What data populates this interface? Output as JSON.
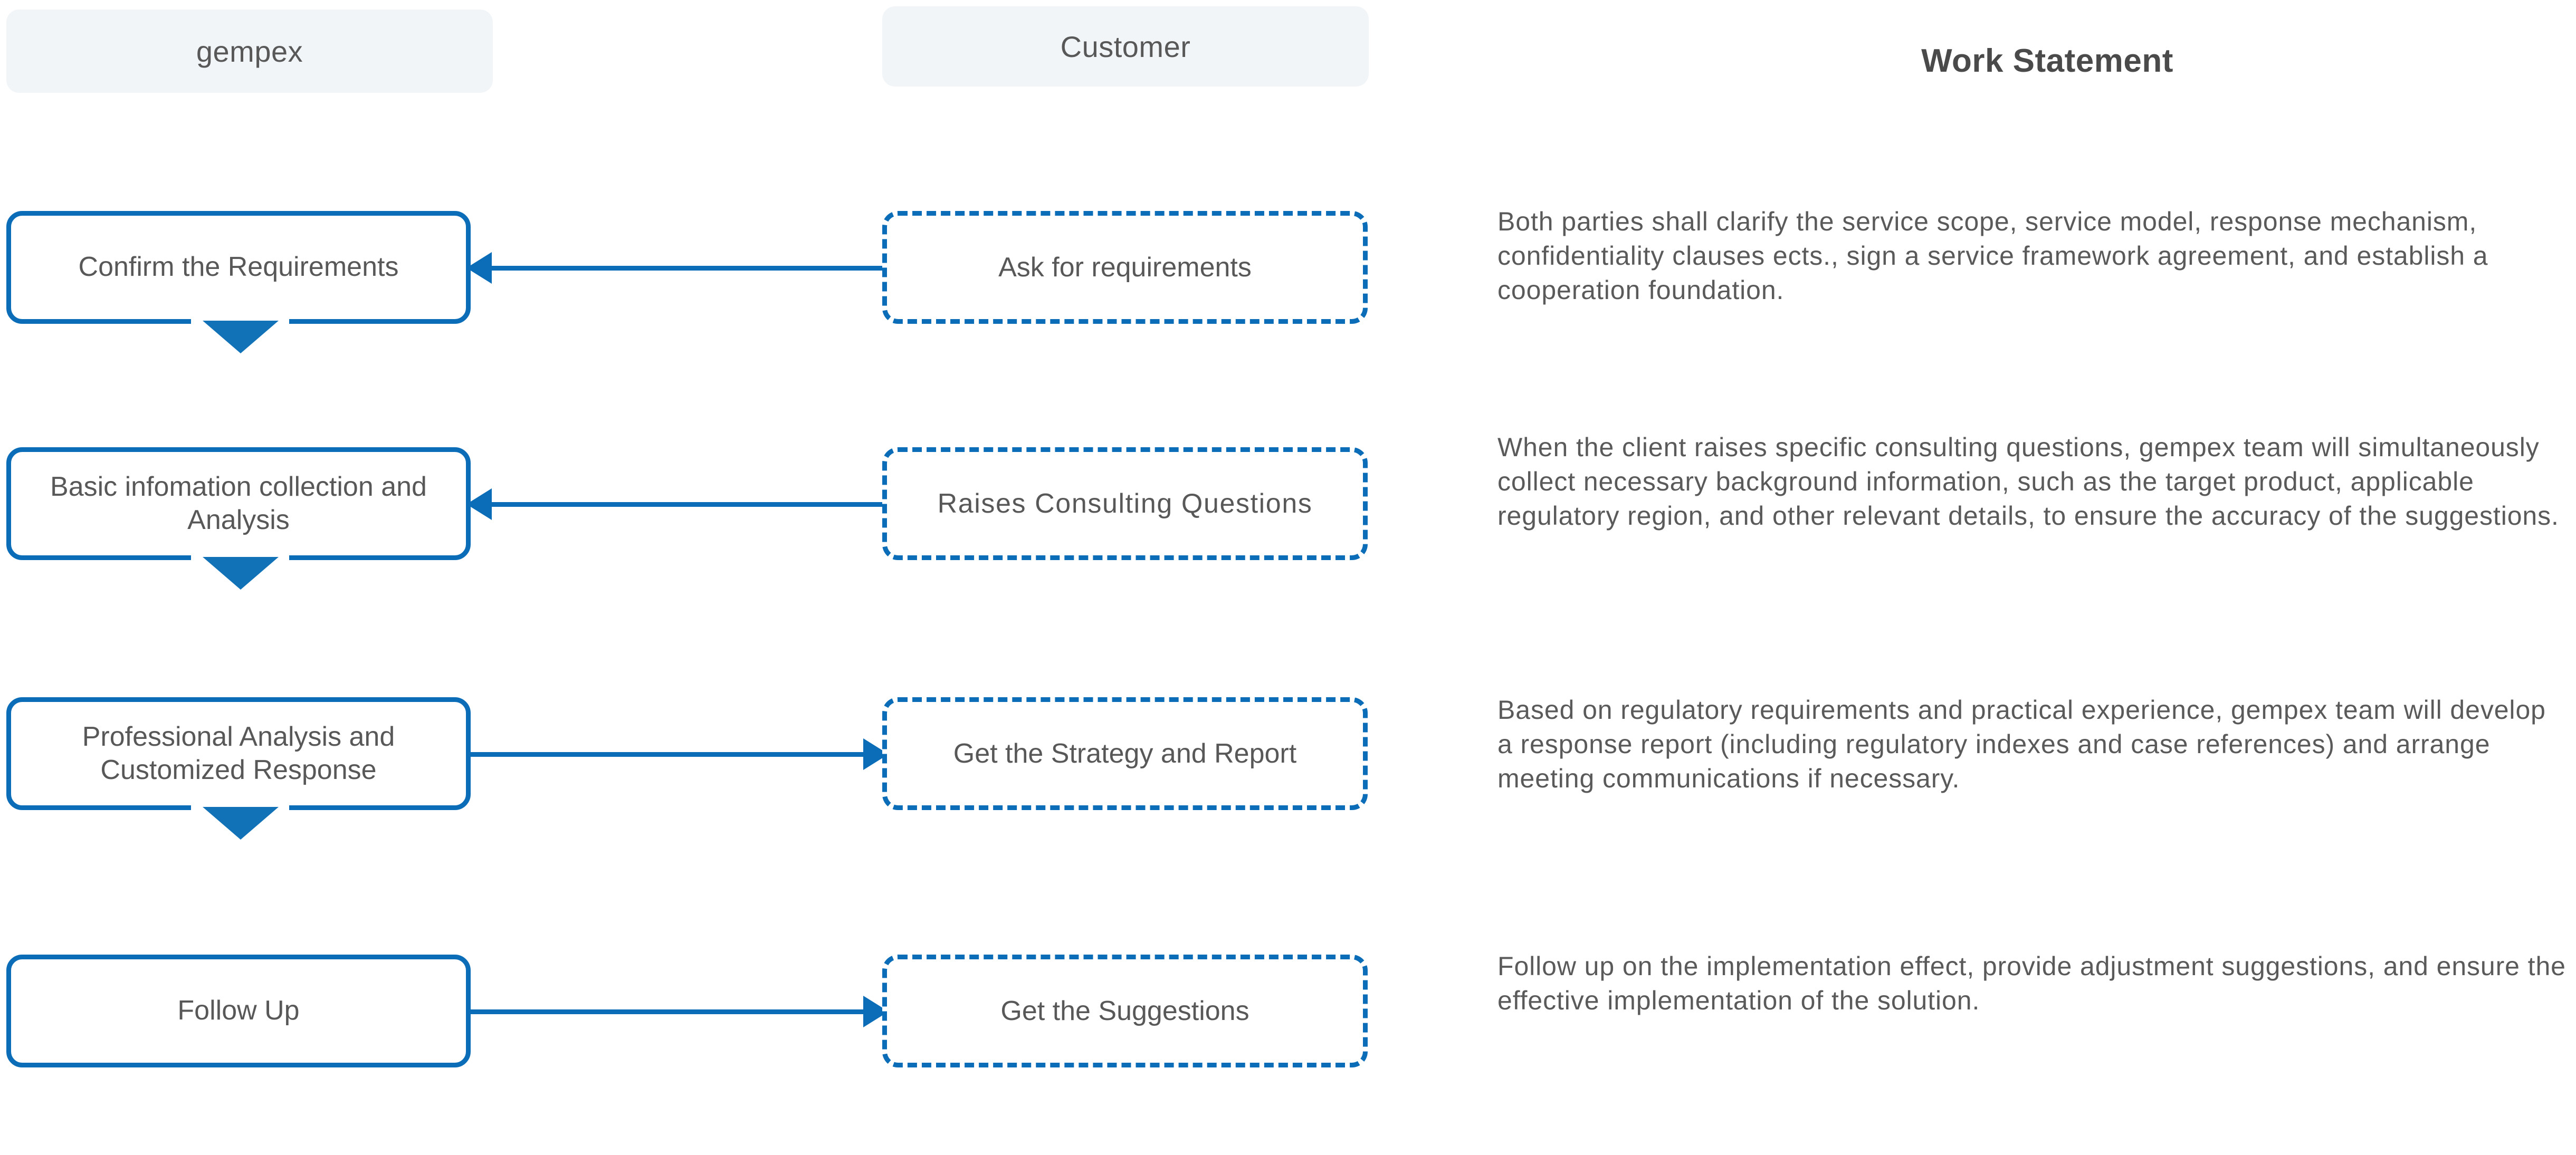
{
  "headers": {
    "left": "gempex",
    "middle": "Customer",
    "right": "Work Statement"
  },
  "colors": {
    "accent_blue": "#0b6cb7",
    "notch_blue": "#1272b8",
    "header_pill_bg": "#f2f5f8",
    "text_gray": "#585858",
    "page_bg": "#ffffff"
  },
  "rows": [
    {
      "gempex_label": "Confirm the Requirements",
      "customer_label": "Ask for requirements",
      "arrow_direction": "left",
      "has_down_notch": true,
      "work_statement": "Both parties shall clarify the service scope, service model, response mechanism, confidentiality clauses ects., sign a service framework agreement, and establish a cooperation foundation."
    },
    {
      "gempex_label": "Basic infomation collection and Analysis",
      "customer_label": "Raises Consulting Questions",
      "arrow_direction": "left",
      "has_down_notch": true,
      "work_statement": "When the client raises specific consulting questions, gempex team will simultaneously collect necessary background information, such as the target product, applicable regulatory region, and other relevant details, to ensure the accuracy of the suggestions."
    },
    {
      "gempex_label": "Professional Analysis and Customized Response",
      "customer_label": "Get the Strategy and Report",
      "arrow_direction": "right",
      "has_down_notch": true,
      "work_statement": "Based on regulatory requirements and practical experience, gempex team will develop a response report (including regulatory indexes and case references) and arrange meeting communications if necessary."
    },
    {
      "gempex_label": "Follow Up",
      "customer_label": "Get the Suggestions",
      "arrow_direction": "right",
      "has_down_notch": false,
      "work_statement": "Follow up on the implementation effect, provide adjustment suggestions, and ensure the effective implementation of the solution."
    }
  ]
}
